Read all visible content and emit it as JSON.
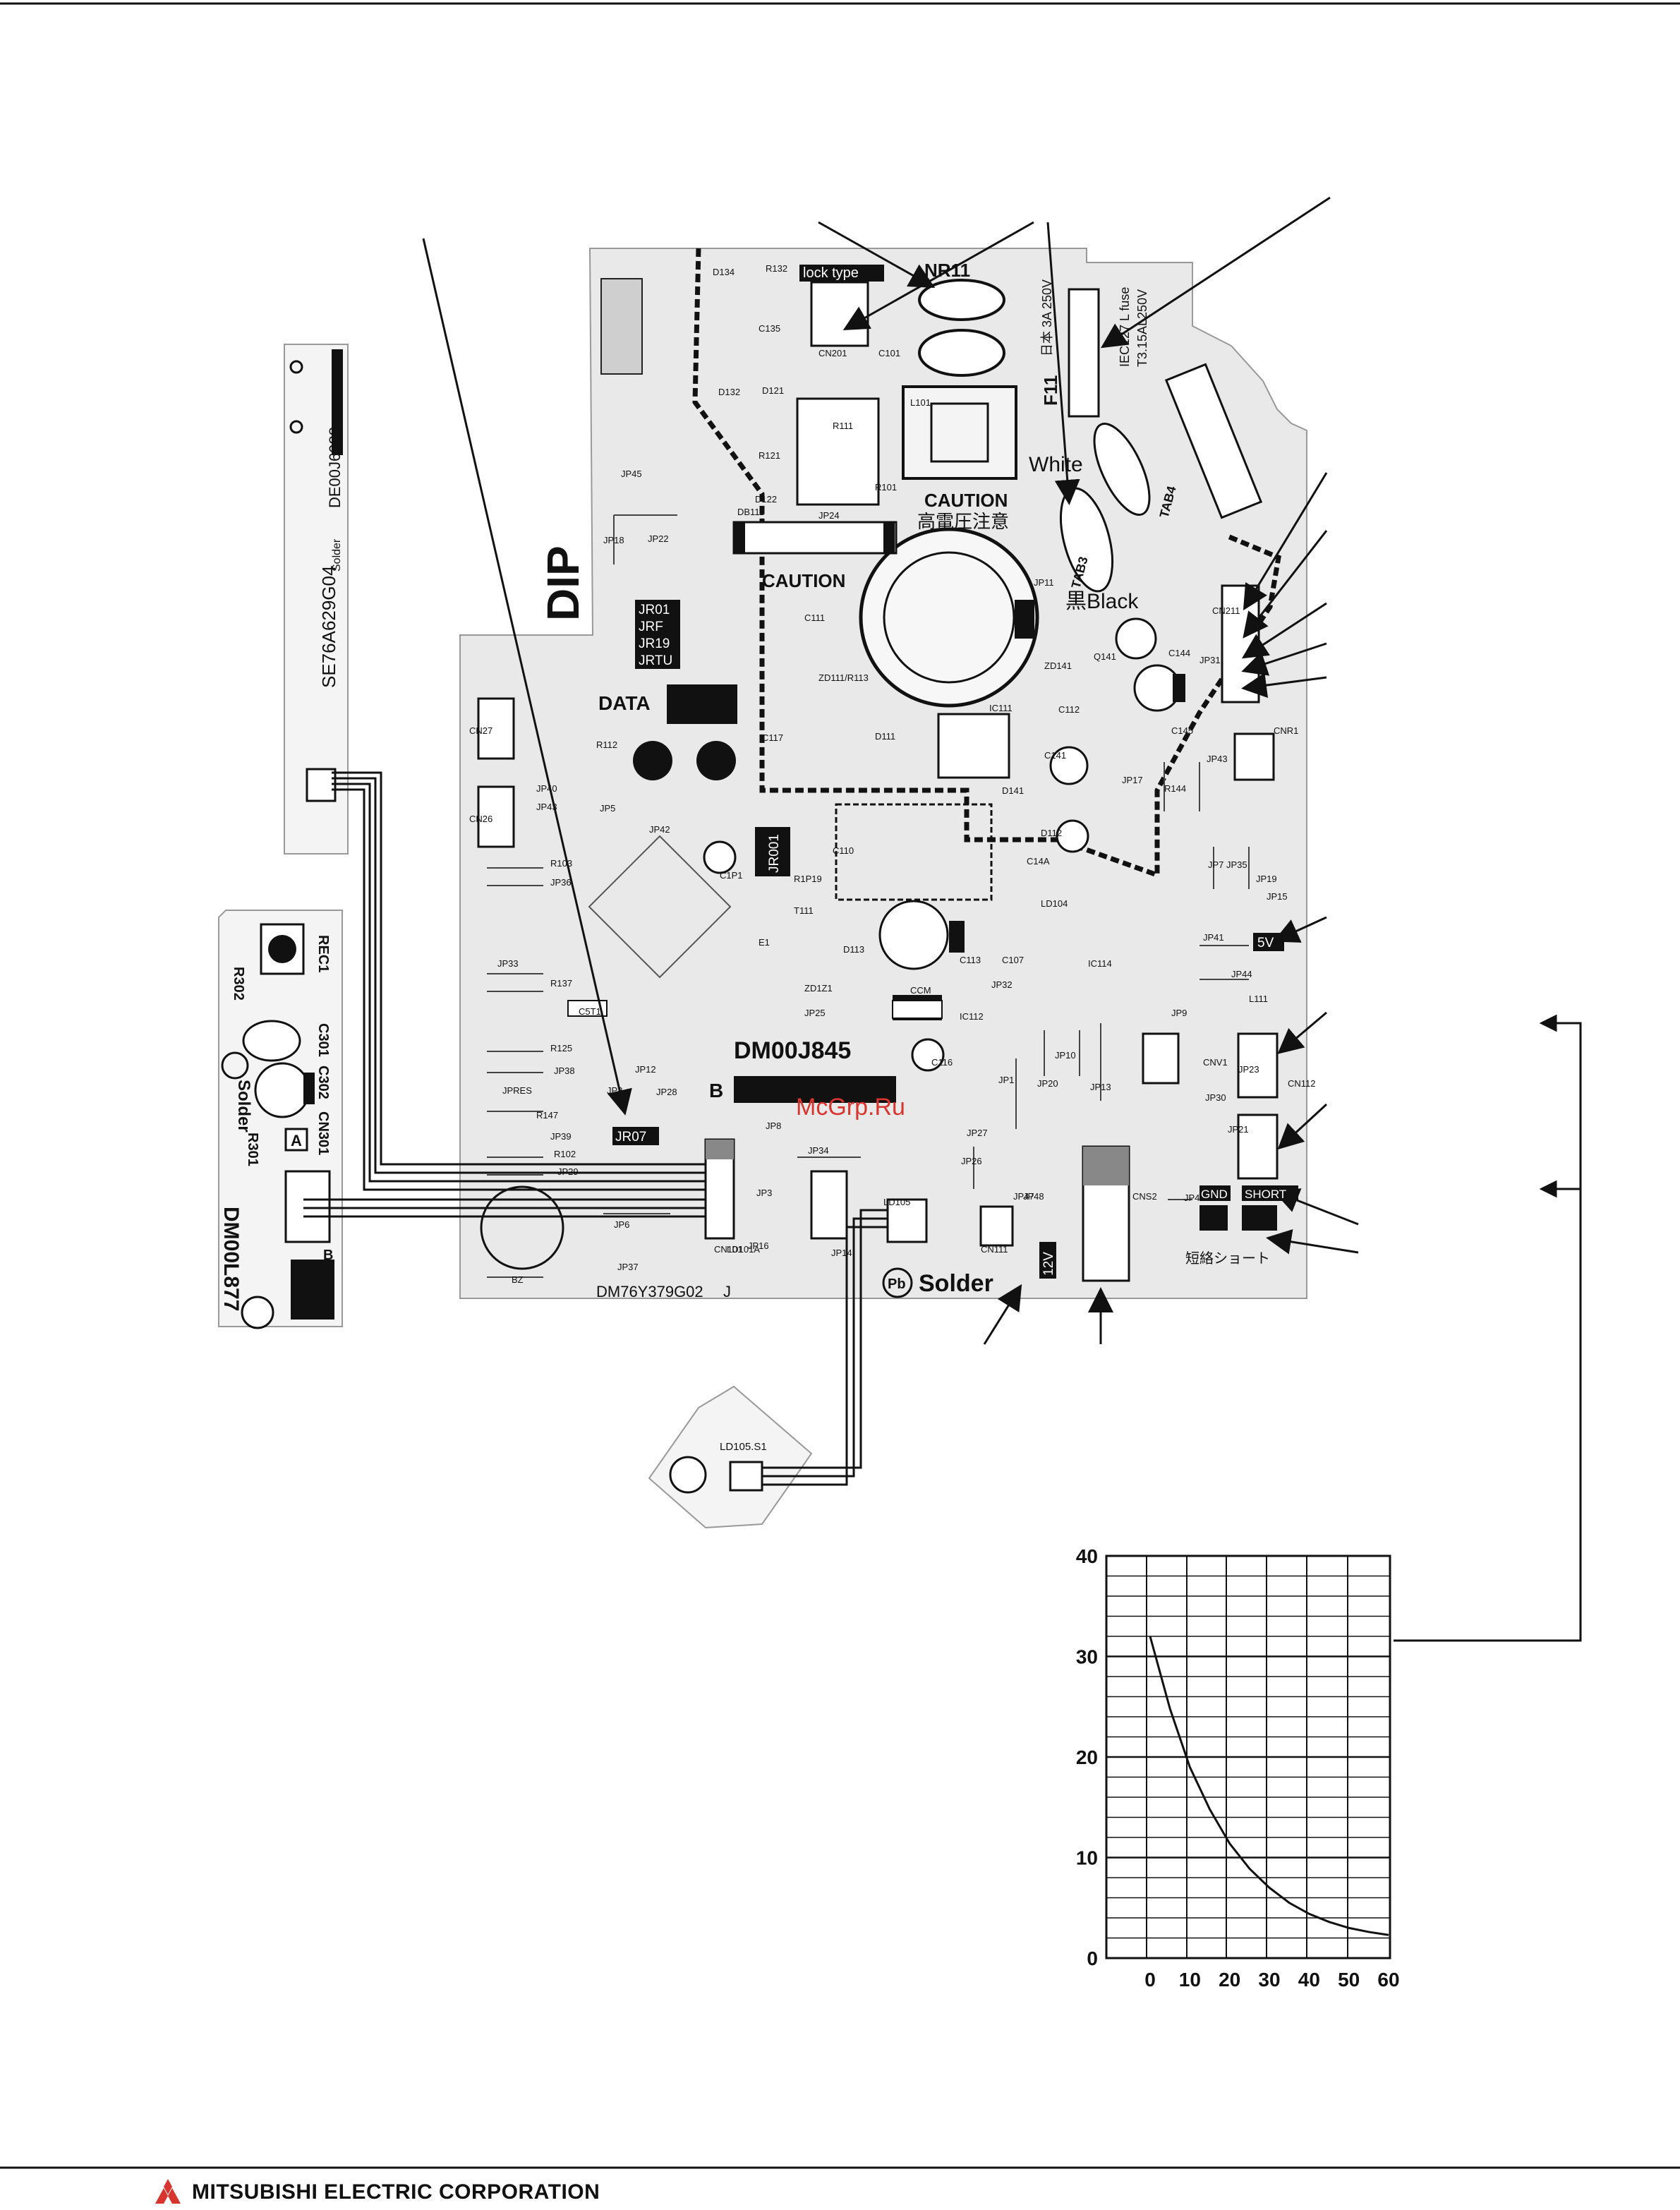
{
  "footer": {
    "brand": "MITSUBISHI ELECTRIC CORPORATION"
  },
  "watermark": "McGrp.Ru",
  "board_main": {
    "caution_1": "CAUTION",
    "caution_2": "CAUTION",
    "caution_jp": "高電圧注意",
    "dip": "DIP",
    "data": "DATA",
    "board_id": "DM00J845",
    "board_b": "B",
    "pcb_code": "DM76Y379G02",
    "pcb_rev": "J",
    "pb_solder": "Solder",
    "lock_type": "lock type",
    "nr11": "NR11",
    "f11": "F11",
    "fuse_1": "日本 3A 250V",
    "fuse_2": "IEC127 L fuse",
    "fuse_3": "T3.15AL250V",
    "white": "White",
    "black": "黒Black",
    "tab3": "TAB3",
    "tab4": "TAB4",
    "jr_labels": [
      "JR01",
      "JRF",
      "JR19",
      "JRTU"
    ],
    "jr001": "JR001",
    "jr07": "JR07",
    "v5": "5V",
    "v12": "12V",
    "gnd": "GND",
    "short": "SHORT",
    "short_jp": "短絡ショート",
    "comp_labels": [
      "D134",
      "R132",
      "CN201",
      "C101",
      "C135",
      "D132",
      "D121",
      "R111",
      "L101",
      "R121",
      "D122",
      "DB111",
      "JP24",
      "R101",
      "JP45",
      "JP18",
      "JP22",
      "C111",
      "JP11",
      "ZD141",
      "Q141",
      "C144",
      "CN211",
      "JP31",
      "C145",
      "ZD111/R113",
      "IC111",
      "D111",
      "C117",
      "C141",
      "C112",
      "JP17",
      "R144",
      "CN27",
      "CN26",
      "JP40",
      "JP43",
      "JP5",
      "R112",
      "R103",
      "JP36",
      "JP42",
      "C1P1",
      "R1P19",
      "T111",
      "C110",
      "D141",
      "D112",
      "C14A",
      "JP19",
      "JP15",
      "JP35",
      "JP7",
      "JP33",
      "R137",
      "C5T1",
      "E1",
      "D113",
      "C113",
      "C107",
      "LD104",
      "JP41",
      "IC114",
      "ZD1Z1",
      "JP25",
      "CCM",
      "IC112",
      "JP32",
      "JP44",
      "L111",
      "JP9",
      "CNV1",
      "CN112",
      "JP23",
      "JP12",
      "R125",
      "JP38",
      "JPRES",
      "R147",
      "JP28",
      "JP2",
      "JP39",
      "R102",
      "JP29",
      "C116",
      "JP1",
      "JP20",
      "JP10",
      "JP13",
      "JP30",
      "JP21",
      "JP34",
      "JP6",
      "JP16",
      "JP14",
      "JP3",
      "CN101",
      "LD101A",
      "LD105",
      "CN111",
      "JP47",
      "JP48",
      "JP27",
      "JP26",
      "CNS2",
      "JP4",
      "JP37",
      "BZ",
      "JP8",
      "CNR1",
      "JP43"
    ]
  },
  "board_left": {
    "code": "SE76A629G04",
    "code2": "DE00J6988",
    "pb_solder": "Solder"
  },
  "board_recv": {
    "rec": "REC1",
    "r302": "R302",
    "c301": "C301",
    "c302": "C302",
    "cn301": "CN301",
    "r301": "R301",
    "a": "A",
    "id": "DM00L877",
    "b": "B",
    "pb_solder": "Solder"
  },
  "board_led": {
    "label": "LD105.S1"
  },
  "chart_data": {
    "type": "line",
    "title": "",
    "xlabel": "",
    "ylabel": "",
    "x": [
      0,
      5,
      10,
      15,
      20,
      25,
      30,
      35,
      40,
      45,
      50,
      55,
      60
    ],
    "y": [
      32.0,
      24.8,
      19.0,
      14.8,
      11.4,
      8.9,
      7.0,
      5.5,
      4.4,
      3.6,
      3.0,
      2.6,
      2.3
    ],
    "xlim": [
      0,
      60
    ],
    "ylim": [
      0,
      40
    ],
    "x_ticks": [
      "0",
      "10",
      "20",
      "30",
      "40",
      "50",
      "60"
    ],
    "y_ticks": [
      "0",
      "10",
      "20",
      "30",
      "40"
    ],
    "grid": true
  }
}
